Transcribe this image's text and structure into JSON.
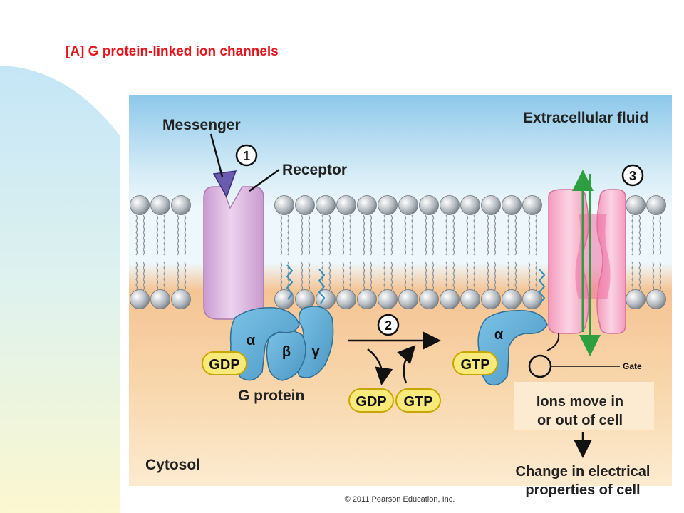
{
  "slide": {
    "title": "[A] G protein-linked ion channels"
  },
  "figure": {
    "extracellular_label": "Extracellular fluid",
    "cytosol_label": "Cytosol",
    "messenger_label": "Messenger",
    "receptor_label": "Receptor",
    "g_protein_label": "G protein",
    "step_1": "1",
    "step_2": "2",
    "step_3": "3",
    "alpha": "α",
    "beta": "β",
    "gamma": "γ",
    "gdp": "GDP",
    "gtp": "GTP",
    "gate_label": "Gate",
    "ions_line1": "Ions move in",
    "ions_line2": "or out of cell",
    "change_line1": "Change in electrical",
    "change_line2": "properties of cell",
    "copyright": "© 2011 Pearson Education, Inc."
  },
  "colors": {
    "title": "#e8141b",
    "g_protein_blue": "#5aa8d3",
    "receptor_purple": "#d9b3dd",
    "channel_pink": "#f6b3cc",
    "ion_arrow_green": "#2e9f3f",
    "nucleotide_yellow": "#f7e97a"
  }
}
